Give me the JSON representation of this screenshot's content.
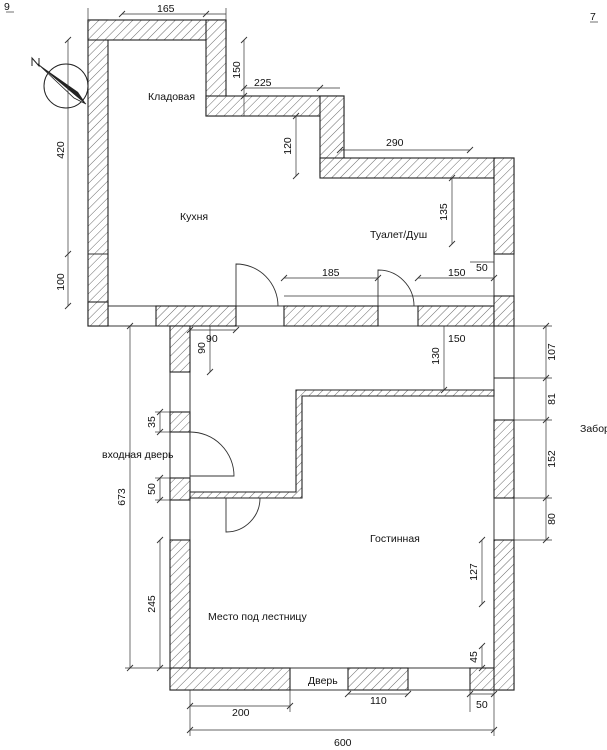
{
  "rooms": {
    "pantry": "Кладовая",
    "kitchen": "Кухня",
    "toilet": "Туалет/Душ",
    "entrance": "входная дверь",
    "living": "Гостинная",
    "stairs": "Место под лестницу",
    "door": "Дверь",
    "fence": "Забор"
  },
  "corner_marks": {
    "left": "9",
    "right": "7"
  },
  "dimensions": {
    "d165": "165",
    "d150a": "150",
    "d225": "225",
    "d420": "420",
    "d120": "120",
    "d290": "290",
    "d135": "135",
    "d100": "100",
    "d185": "185",
    "d150b": "150",
    "d50a": "50",
    "d90a": "90",
    "d90b": "90",
    "d130": "130",
    "d150c": "150",
    "d107": "107",
    "d81": "81",
    "d152": "152",
    "d80": "80",
    "d35": "35",
    "d50b": "50",
    "d673": "673",
    "d245": "245",
    "d127": "127",
    "d45": "45",
    "d200": "200",
    "d110": "110",
    "d50c": "50",
    "d600": "600"
  }
}
